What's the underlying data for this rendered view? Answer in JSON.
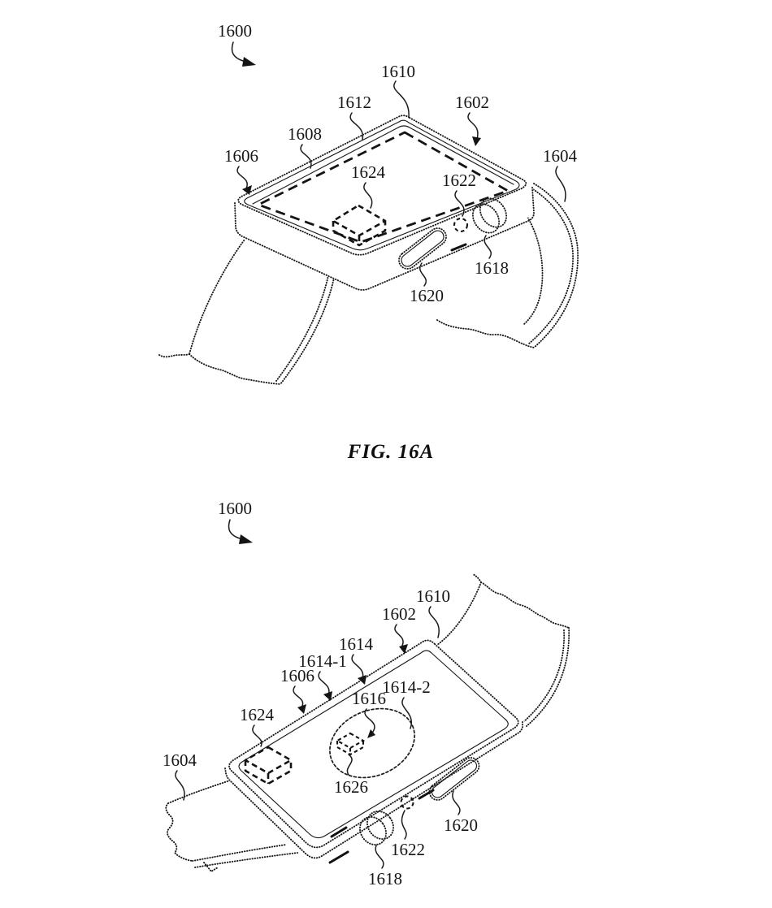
{
  "figures": {
    "fig_a": {
      "caption": "FIG. 16A",
      "labels": {
        "n1600": "1600",
        "n1602": "1602",
        "n1604": "1604",
        "n1606": "1606",
        "n1608": "1608",
        "n1610": "1610",
        "n1612": "1612",
        "n1618": "1618",
        "n1620": "1620",
        "n1622": "1622",
        "n1624": "1624"
      }
    },
    "fig_b": {
      "labels": {
        "n1600": "1600",
        "n1602": "1602",
        "n1604": "1604",
        "n1606": "1606",
        "n1610": "1610",
        "n1614": "1614",
        "n1614_1": "1614-1",
        "n1614_2": "1614-2",
        "n1616": "1616",
        "n1618": "1618",
        "n1620": "1620",
        "n1622": "1622",
        "n1624": "1624",
        "n1626": "1626"
      }
    }
  }
}
